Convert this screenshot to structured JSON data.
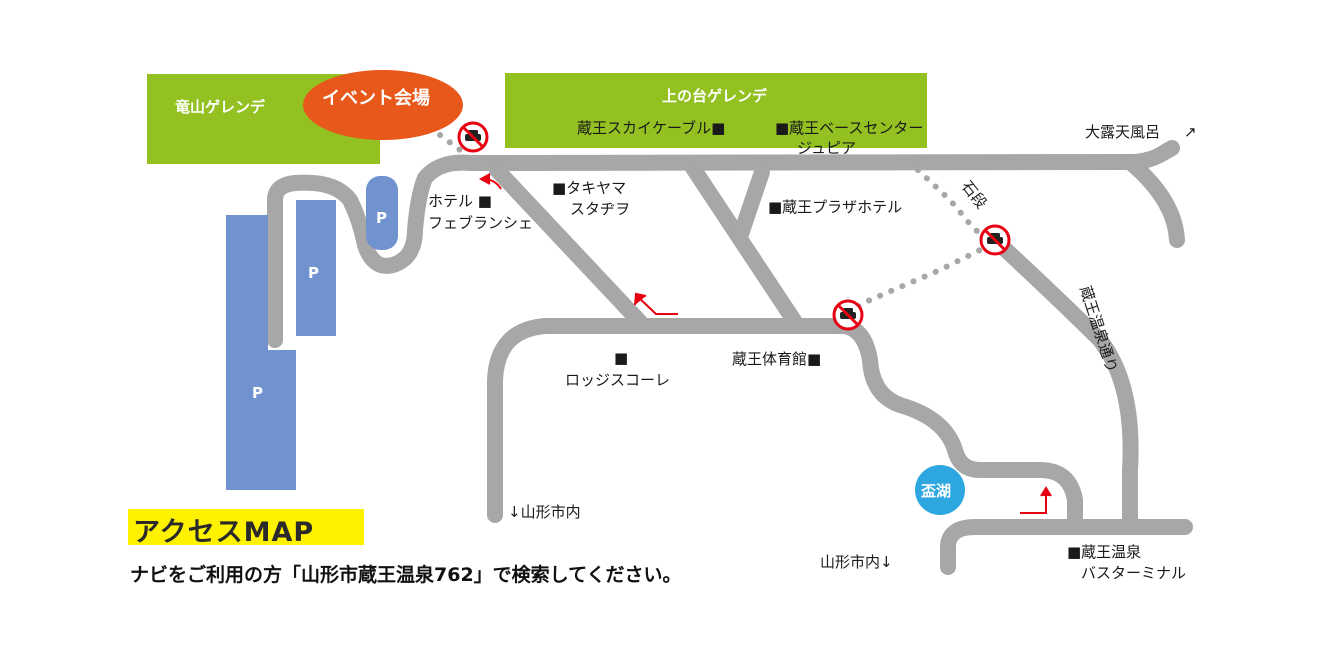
{
  "colors": {
    "road": "#a7a7a7",
    "slope": "#92c121",
    "parking": "#7092cf",
    "event": "#e8581a",
    "lake": "#2ea7e0",
    "arrow": "#e60012",
    "title_bg": "#fff200"
  },
  "slopes": {
    "ryuzan": "竜山ゲレンデ",
    "uenodai": "上の台ゲレンデ"
  },
  "event_venue": "イベント会場",
  "parking_label": "P",
  "lake_label": "盃湖",
  "stone_steps": "石段",
  "street_name": "蔵王温泉通り",
  "places": {
    "skycable": "蔵王スカイケーブル■",
    "basecenter_line1": "■蔵王ベースセンター",
    "basecenter_line2": "ジュピア",
    "oroten": "大露天風呂",
    "oroten_arrow": "↗",
    "hotel_line1": "ホテル ■",
    "hotel_line2": "フェブランシェ",
    "takiyama_line1": "■タキヤマ",
    "takiyama_line2": "スタヂヲ",
    "plaza": "■蔵王プラザホテル",
    "lodge_mark": "■",
    "lodge": "ロッジスコーレ",
    "gym": "蔵王体育館■",
    "yamagata_down_left": "↓山形市内",
    "yamagata_down_right": "山形市内↓",
    "bus_line1": "■蔵王温泉",
    "bus_line2": "バスターミナル"
  },
  "title": "アクセスMAP",
  "navi_text": "ナビをご利用の方「山形市蔵王温泉762」で検索してください。",
  "icons": [
    "no-car-icon",
    "direction-arrow-icon"
  ]
}
